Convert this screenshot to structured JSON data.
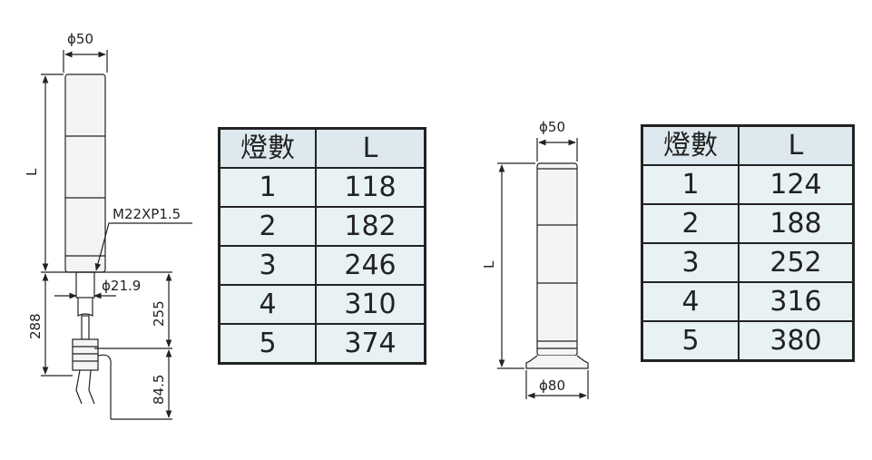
{
  "left_drawing": {
    "dia_top": "ϕ50",
    "height_label": "L",
    "thread_label": "M22XP1.5",
    "dia_pole": "ϕ21.9",
    "dim_288": "288",
    "dim_255": "255",
    "dim_84_5": "84.5"
  },
  "table_left": {
    "header_count": "燈數",
    "header_length": "L",
    "rows": [
      {
        "count": "1",
        "length": "118"
      },
      {
        "count": "2",
        "length": "182"
      },
      {
        "count": "3",
        "length": "246"
      },
      {
        "count": "4",
        "length": "310"
      },
      {
        "count": "5",
        "length": "374"
      }
    ]
  },
  "right_drawing": {
    "dia_top": "ϕ50",
    "height_label": "L",
    "dia_base": "ϕ80"
  },
  "table_right": {
    "header_count": "燈數",
    "header_length": "L",
    "rows": [
      {
        "count": "1",
        "length": "124"
      },
      {
        "count": "2",
        "length": "188"
      },
      {
        "count": "3",
        "length": "252"
      },
      {
        "count": "4",
        "length": "316"
      },
      {
        "count": "5",
        "length": "380"
      }
    ]
  }
}
